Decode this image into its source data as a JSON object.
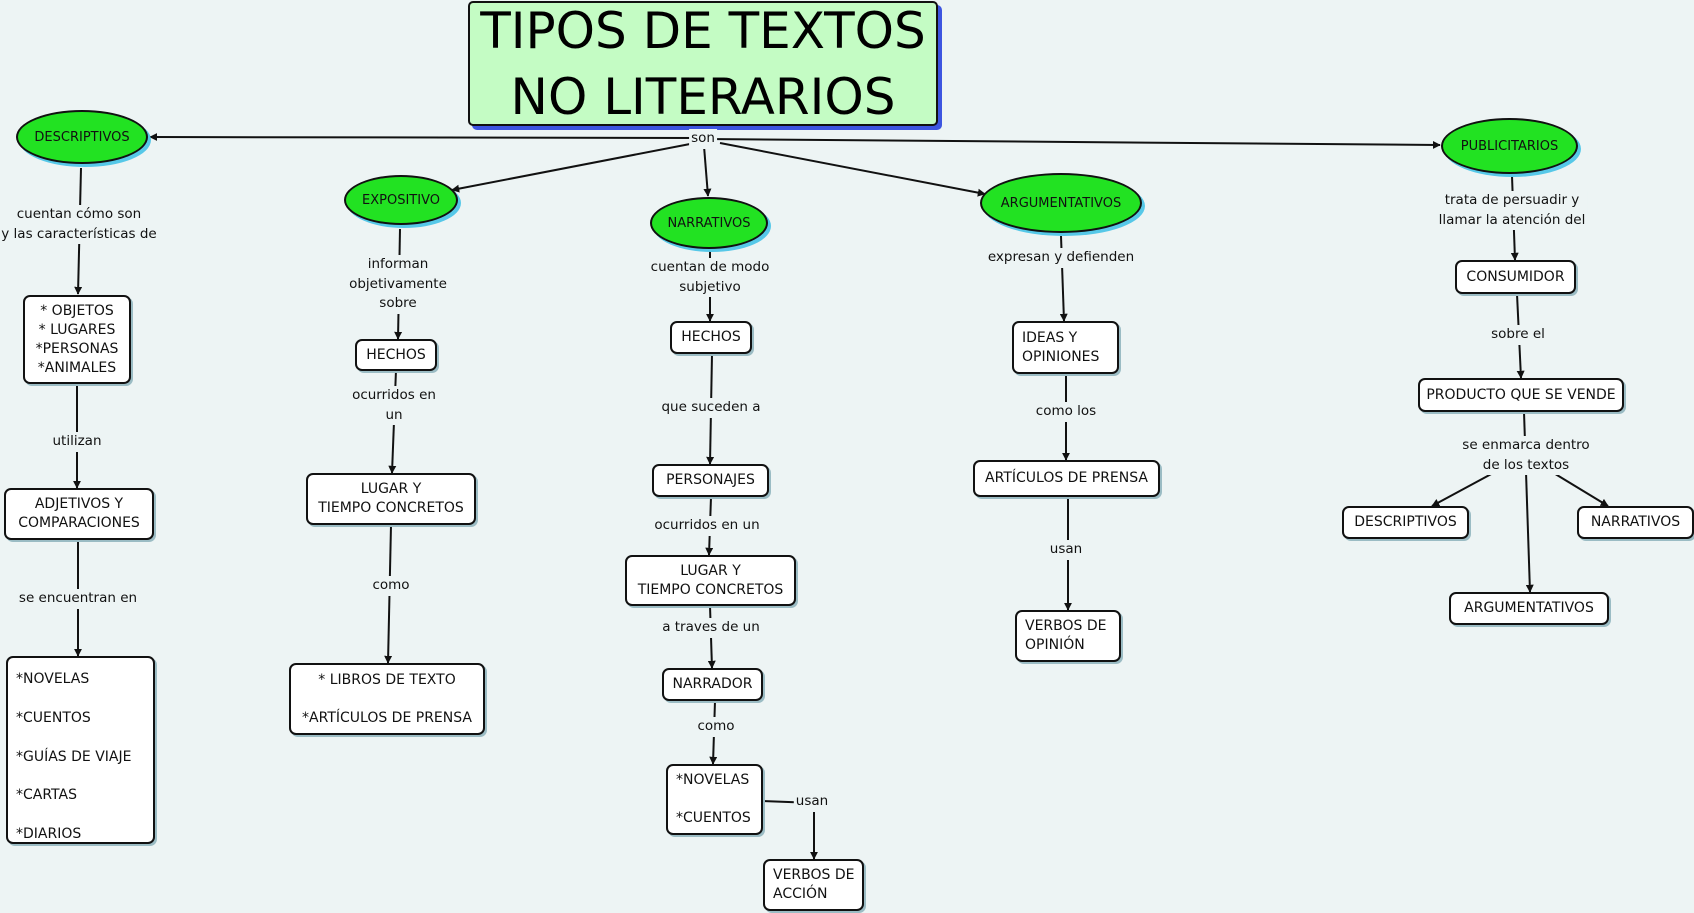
{
  "title": "TIPOS DE TEXTOS\nNO LITERARIOS",
  "root_label": "son",
  "branches": {
    "descriptivos": {
      "name": "DESCRIPTIVOS",
      "link1": "cuentan cómo son\ny las características de",
      "node1": "* OBJETOS\n* LUGARES\n*PERSONAS\n*ANIMALES",
      "link2": "utilizan",
      "node2": "ADJETIVOS Y\nCOMPARACIONES",
      "link3": "se encuentran en",
      "node3": "*NOVELAS\n*CUENTOS\n*GUÍAS DE VIAJE\n*CARTAS\n*DIARIOS"
    },
    "expositivo": {
      "name": "EXPOSITIVO",
      "link1": "informan\nobjetivamente\nsobre",
      "node1": "HECHOS",
      "link2": "ocurridos en\nun",
      "node2": "LUGAR Y\nTIEMPO CONCRETOS",
      "link3": "como",
      "node3": "* LIBROS DE TEXTO\n\n*ARTÍCULOS DE PRENSA"
    },
    "narrativos": {
      "name": "NARRATIVOS",
      "link1": "cuentan  de modo\nsubjetivo",
      "node1": "HECHOS",
      "link2": "que suceden a",
      "node2": "PERSONAJES",
      "link3": "ocurridos en un",
      "node3": "LUGAR Y\nTIEMPO CONCRETOS",
      "link4": "a traves de un",
      "node4": "NARRADOR",
      "link5": "como",
      "node5": "*NOVELAS\n\n*CUENTOS",
      "link6": "usan",
      "node6": "VERBOS DE\nACCIÓN"
    },
    "argumentativos": {
      "name": "ARGUMENTATIVOS",
      "link1": "expresan y defienden",
      "node1": "IDEAS Y\nOPINIONES",
      "link2": "como los",
      "node2": "ARTÍCULOS DE PRENSA",
      "link3": "usan",
      "node3": "VERBOS DE\nOPINIÓN"
    },
    "publicitarios": {
      "name": "PUBLICITARIOS",
      "link1": "trata de persuadir y\nllamar la atención del",
      "node1": "CONSUMIDOR",
      "link2": "sobre el",
      "node2": "PRODUCTO QUE SE VENDE",
      "link3": "se enmarca dentro\nde los textos",
      "node3a": "DESCRIPTIVOS",
      "node3b": "ARGUMENTATIVOS",
      "node3c": "NARRATIVOS"
    }
  },
  "colors": {
    "background": "#edf4f4",
    "title_fill": "#c4fcc4",
    "title_shadow": "#3d55e0",
    "oval_fill": "#22e222",
    "oval_shadow": "#56c8e8",
    "node_fill": "#ffffff",
    "line": "#111111"
  }
}
